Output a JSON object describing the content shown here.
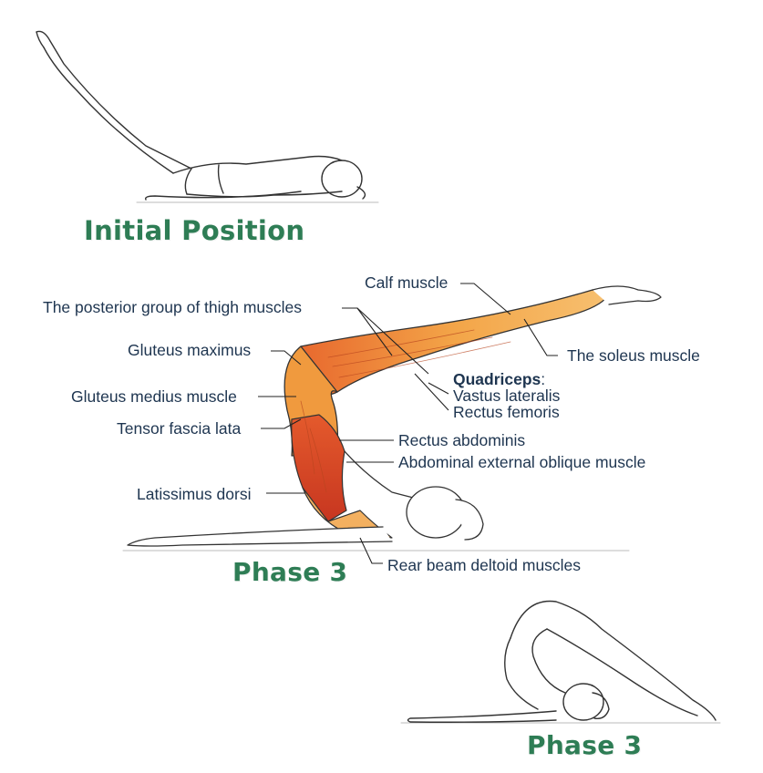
{
  "titles": {
    "initial": "Initial Position",
    "phase_middle": "Phase 3",
    "phase_bottom": "Phase 3"
  },
  "labels": {
    "calf_muscle": "Calf muscle",
    "posterior_thigh": "The posterior group of thigh muscles",
    "gluteus_maximus": "Gluteus maximus",
    "gluteus_medius": "Gluteus medius muscle",
    "tensor_fascia_lata": "Tensor fascia lata",
    "latissimus_dorsi": "Latissimus dorsi",
    "soleus": "The soleus muscle",
    "quadriceps_heading": "Quadriceps",
    "quadriceps_colon": ":",
    "vastus_lateralis": "Vastus lateralis",
    "rectus_femoris": "Rectus femoris",
    "rectus_abdominis": "Rectus abdominis",
    "abdominal_oblique": "Abdominal external oblique muscle",
    "rear_deltoid": "Rear beam deltoid muscles"
  },
  "colors": {
    "title_green": "#2e7d55",
    "label_text": "#1e3550",
    "muscle_orange": "#f0a040",
    "muscle_red": "#d84a2a",
    "outline": "#333333"
  }
}
